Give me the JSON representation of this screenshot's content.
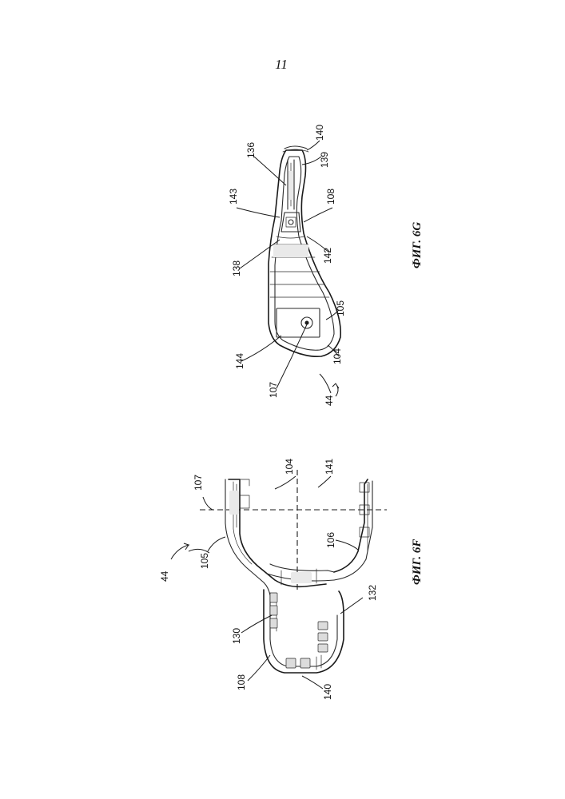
{
  "page": {
    "number": "11"
  },
  "figures": [
    {
      "caption": "ФИГ. 6F",
      "refs": {
        "r44": "44",
        "r105": "105",
        "r107": "107",
        "r104": "104",
        "r141": "141",
        "r106": "106",
        "r130": "130",
        "r108": "108",
        "r132": "132",
        "r140": "140"
      }
    },
    {
      "caption": "ФИГ. 6G",
      "refs": {
        "r136": "136",
        "r140": "140",
        "r143": "143",
        "r139": "139",
        "r108": "108",
        "r138": "138",
        "r142": "142",
        "r105": "105",
        "r144": "144",
        "r104": "104",
        "r107": "107",
        "r44": "44"
      }
    }
  ]
}
